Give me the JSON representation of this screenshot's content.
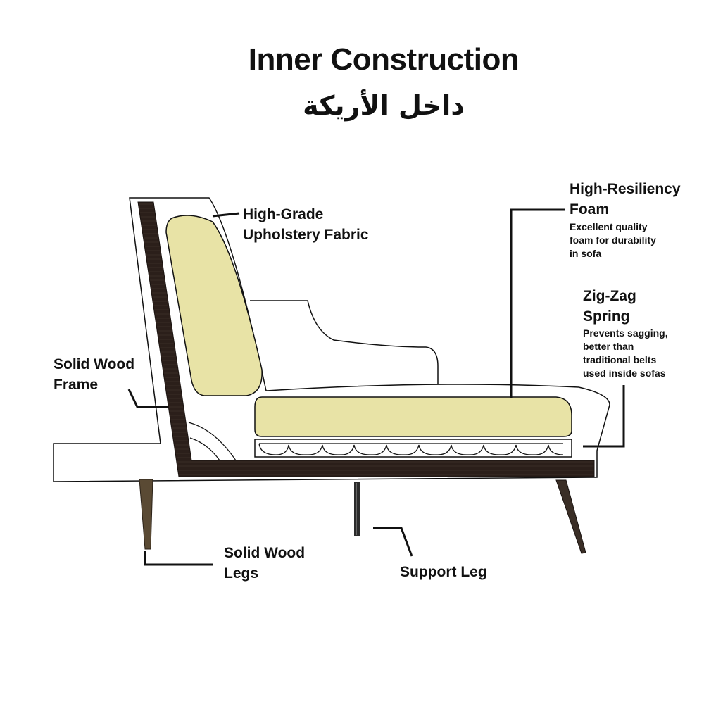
{
  "title": "Inner Construction",
  "title_arabic": "داخل الأريكة",
  "colors": {
    "frame_wood": "#2b1f1a",
    "foam": "#e8e3a6",
    "leg_wood": "#5a4a34",
    "support_leg": "#2b2b2b",
    "outline": "#111111",
    "background": "#ffffff"
  },
  "callouts": {
    "upholstery": {
      "line1": "High-Grade",
      "line2": "Upholstery Fabric"
    },
    "foam": {
      "line1": "High-Resiliency",
      "line2": "Foam",
      "desc1": "Excellent quality",
      "desc2": "foam for durability",
      "desc3": "in sofa"
    },
    "spring": {
      "line1": "Zig-Zag",
      "line2": "Spring",
      "desc1": "Prevents sagging,",
      "desc2": "better than",
      "desc3": "traditional belts",
      "desc4": "used inside sofas"
    },
    "frame": {
      "line1": "Solid Wood",
      "line2": "Frame"
    },
    "legs": {
      "line1": "Solid Wood",
      "line2": "Legs"
    },
    "support": {
      "line1": "Support Leg"
    }
  }
}
